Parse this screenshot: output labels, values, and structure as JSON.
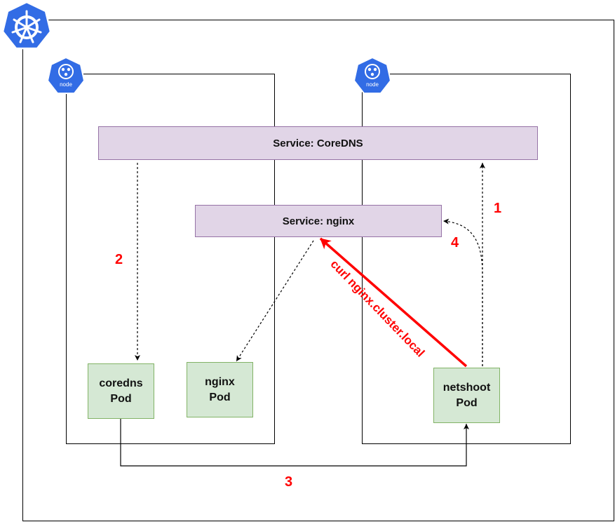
{
  "cluster": {
    "icon": "kubernetes-helm-wheel-icon",
    "color": "#326ce5"
  },
  "nodes": [
    {
      "label": "node",
      "icon": "kubernetes-node-icon"
    },
    {
      "label": "node",
      "icon": "kubernetes-node-icon"
    }
  ],
  "services": {
    "coredns": "Service: CoreDNS",
    "nginx": "Service: nginx"
  },
  "pods": {
    "coredns": {
      "line1": "coredns",
      "line2": "Pod"
    },
    "nginx": {
      "line1": "nginx",
      "line2": "Pod"
    },
    "netshoot": {
      "line1": "netshoot",
      "line2": "Pod"
    }
  },
  "steps": {
    "one": "1",
    "two": "2",
    "three": "3",
    "four": "4"
  },
  "curl_label": "curl nginx.cluster.local",
  "colors": {
    "service_fill": "#e1d5e7",
    "service_border": "#9673a6",
    "pod_fill": "#d5e8d4",
    "pod_border": "#82b366",
    "highlight": "#ff0000",
    "kubernetes_blue": "#326ce5"
  }
}
